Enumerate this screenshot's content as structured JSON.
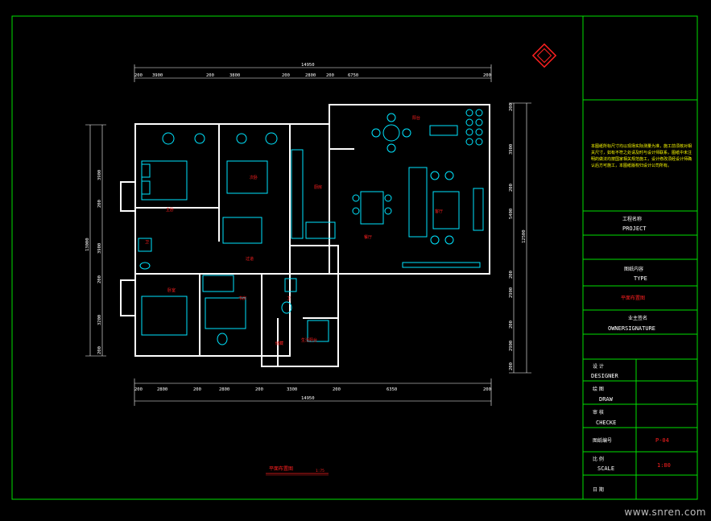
{
  "dimensions": {
    "top_overall": "14950",
    "top_segments": [
      "200",
      "3900",
      "200",
      "3800",
      "200",
      "2800",
      "200",
      "6750",
      "200"
    ],
    "bottom_overall": "14950",
    "bottom_segments": [
      "200",
      "2800",
      "200",
      "2800",
      "200",
      "3300",
      "200",
      "6350",
      "200"
    ],
    "left_outer": "13000",
    "left_inner": [
      "3900",
      "200",
      "3900",
      "200",
      "3200",
      "200"
    ],
    "right_outer": "12500",
    "right_inner": [
      "200",
      "3900",
      "200",
      "5400",
      "200",
      "2900",
      "200",
      "2900",
      "200"
    ]
  },
  "room_labels": [
    "主卧",
    "次卧",
    "厨房",
    "客厅",
    "餐厅",
    "卧室",
    "书房",
    "卫",
    "卫",
    "阳台",
    "过道",
    "生活阳台",
    "储藏"
  ],
  "drawing_title": "平面布置图",
  "drawing_scale": "1:75",
  "title_block": {
    "notes": "本图纸所标尺寸均以现场实际测量为准，施工前须核对相关尺寸，如有不符之处请及时与设计师联系，图纸中未注明的做法均按国家相关规范施工，设计修改须经设计师确认后方可施工，本图纸版权归设计公司所有。",
    "project_cn": "工程名称",
    "project_en": "PROJECT",
    "type_cn": "图纸内容",
    "type_en": "TYPE",
    "type_value": "平面布置图",
    "owner_cn": "业主签名",
    "owner_en": "OWNERSIGNATURE",
    "designer_cn": "设 计",
    "designer_en": "DESIGNER",
    "draw_cn": "绘 图",
    "draw_en": "DRAW",
    "check_cn": "审 核",
    "check_en": "CHECKE",
    "number_label": "图纸编号",
    "number_value": "P-04",
    "scale_cn": "比 例",
    "scale_en": "SCALE",
    "scale_value": "1:80",
    "date_label": "日 期"
  },
  "watermark": "www.snren.com",
  "colors": {
    "frame": "#00e000",
    "wall": "#ffffff",
    "furniture": "#00e5ff",
    "label": "#ff2020",
    "dim": "#ffffff",
    "logo": "#ff2020",
    "text_yellow": "#ffff00"
  }
}
